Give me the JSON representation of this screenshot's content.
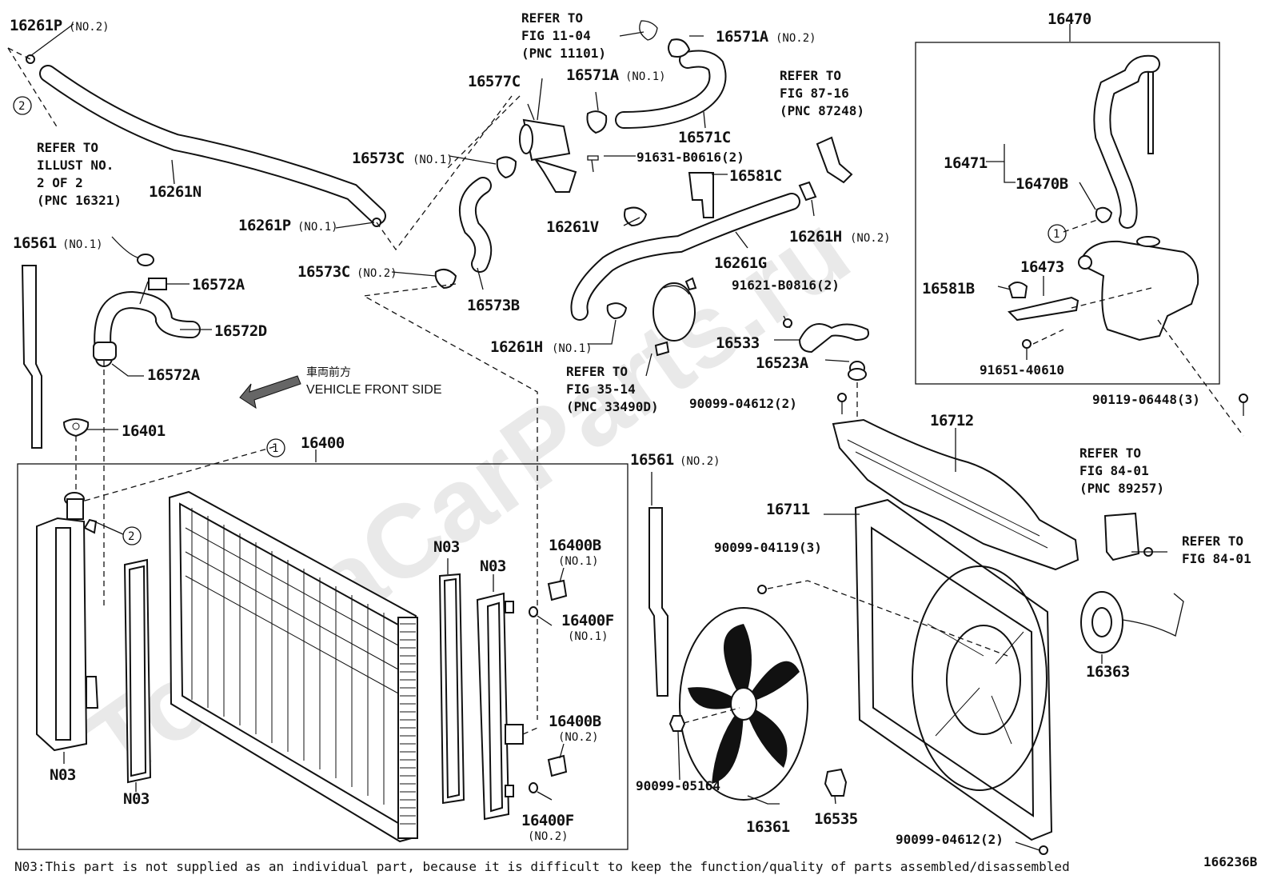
{
  "watermark": "ToyotaCarParts.ru",
  "figure_id": "166236B",
  "footnote": "N03:This part is not supplied as an individual part, because it is difficult to keep the function/quality of parts assembled/disassembled",
  "direction": {
    "jp": "車両前方",
    "en": "VEHICLE FRONT SIDE"
  },
  "circle_refs": [
    "1",
    "2"
  ],
  "labels": {
    "p16261P_no2": "16261P",
    "p16261P_no2_sub": "(NO.2)",
    "p16261N": "16261N",
    "p16261P_no1": "16261P",
    "p16261P_no1_sub": "(NO.1)",
    "ref_illust_1": "REFER TO",
    "ref_illust_2": "ILLUST NO.",
    "ref_illust_3": "2 OF 2",
    "ref_illust_4": "(PNC 16321)",
    "p16561_no1": "16561",
    "p16561_no1_sub": "(NO.1)",
    "p16572A_1": "16572A",
    "p16572D": "16572D",
    "p16572A_2": "16572A",
    "p16401": "16401",
    "p16400": "16400",
    "ref_fig1104_1": "REFER TO",
    "ref_fig1104_2": "FIG 11-04",
    "ref_fig1104_3": "(PNC 11101)",
    "p16571A_no2": "16571A",
    "p16571A_no2_sub": "(NO.2)",
    "p16577C": "16577C",
    "p16571A_no1": "16571A",
    "p16571A_no1_sub": "(NO.1)",
    "p16571C": "16571C",
    "p16573C_no1": "16573C",
    "p16573C_no1_sub": "(NO.1)",
    "p91631": "91631-B0616(2)",
    "p16581C": "16581C",
    "ref_fig8716_1": "REFER TO",
    "ref_fig8716_2": "FIG 87-16",
    "ref_fig8716_3": "(PNC 87248)",
    "p16261V": "16261V",
    "p16261H_no2": "16261H",
    "p16261H_no2_sub": "(NO.2)",
    "p16261G": "16261G",
    "p16573C_no2": "16573C",
    "p16573C_no2_sub": "(NO.2)",
    "p16573B": "16573B",
    "p91621": "91621-B0816(2)",
    "p16533": "16533",
    "p16261H_no1": "16261H",
    "p16261H_no1_sub": "(NO.1)",
    "ref_fig3514_1": "REFER TO",
    "ref_fig3514_2": "FIG 35-14",
    "ref_fig3514_3": "(PNC 33490D)",
    "p16523A": "16523A",
    "p90099_04612_top": "90099-04612(2)",
    "p16470": "16470",
    "p16471": "16471",
    "p16470B": "16470B",
    "p16473": "16473",
    "p16581B": "16581B",
    "p91651": "91651-40610",
    "p90119": "90119-06448(3)",
    "p16712": "16712",
    "p16711": "16711",
    "ref_fig8401a_1": "REFER TO",
    "ref_fig8401a_2": "FIG 84-01",
    "ref_fig8401a_3": "(PNC 89257)",
    "ref_fig8401b_1": "REFER TO",
    "ref_fig8401b_2": "FIG 84-01",
    "p16363": "16363",
    "p16561_no2": "16561",
    "p16561_no2_sub": "(NO.2)",
    "p90099_04119": "90099-04119(3)",
    "p90099_05164": "90099-05164",
    "p16361": "16361",
    "p16535": "16535",
    "p90099_04612_bot": "90099-04612(2)",
    "n03_a": "N03",
    "n03_b": "N03",
    "n03_c": "N03",
    "n03_d": "N03",
    "p16400B_no1": "16400B",
    "p16400B_no1_sub": "(NO.1)",
    "p16400F_no1": "16400F",
    "p16400F_no1_sub": "(NO.1)",
    "p16400B_no2": "16400B",
    "p16400B_no2_sub": "(NO.2)",
    "p16400F_no2": "16400F",
    "p16400F_no2_sub": "(NO.2)"
  }
}
